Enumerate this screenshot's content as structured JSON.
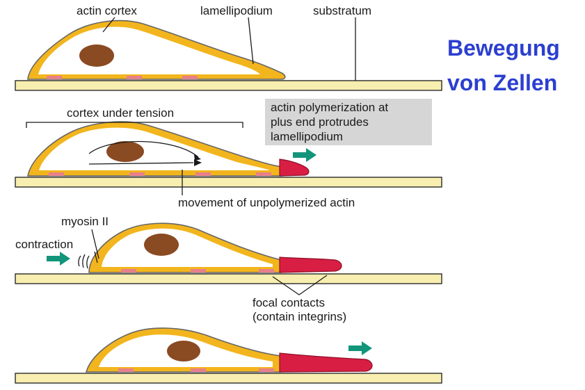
{
  "title": {
    "line1": "Bewegung",
    "line2": "von Zellen"
  },
  "labels": {
    "actin_cortex": "actin cortex",
    "lamellipodium": "lamellipodium",
    "substratum": "substratum",
    "cortex_under_tension": "cortex under tension",
    "polymerization_line1": "actin polymerization at",
    "polymerization_line2": "plus end protrudes",
    "polymerization_line3": "lamellipodium",
    "movement_unpolymerized": "movement of unpolymerized actin",
    "myosin": "myosin II",
    "contraction": "contraction",
    "focal_contacts_line1": "focal contacts",
    "focal_contacts_line2": "(contain integrins)"
  },
  "colors": {
    "title": "#2b3fcf",
    "cortex": "#f2b51d",
    "nucleus": "#8a4a22",
    "polymerized_actin": "#d81e43",
    "substratum": "#f7eeb0",
    "direction_arrow": "#12957a",
    "info_box": "#d6d6d6"
  },
  "icons": [
    "direction-arrow-icon",
    "contraction-wave-icon"
  ]
}
